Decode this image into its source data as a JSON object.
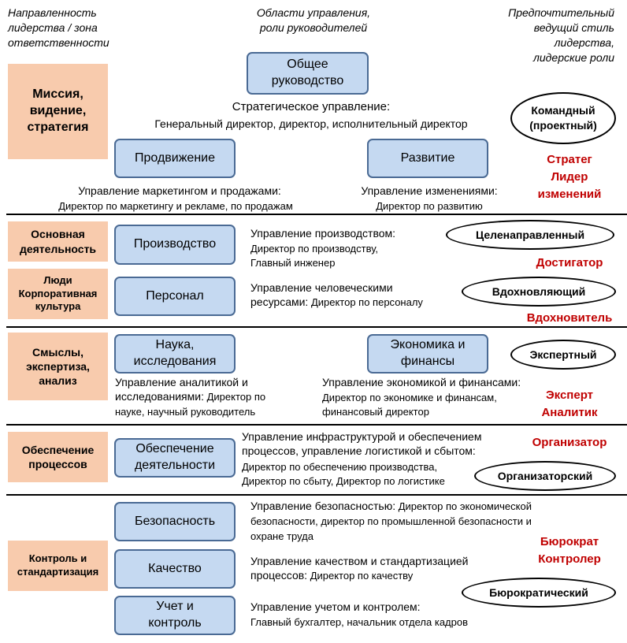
{
  "headers": {
    "left": "Направленность\nлидерства / зона\nответственности",
    "center": "Области управления,\nроли руководителей",
    "right": "Предпочтительный\nведущий стиль\nлидерства,\nлидерские роли"
  },
  "zones": {
    "mission": "Миссия,\nвидение,\nстратегия",
    "core": "Основная\nдеятельность",
    "people": "Люди\nКорпоративная\nкультура",
    "meaning": "Смыслы,\nэкспертиза,\nанализ",
    "support": "Обеспечение\nпроцессов",
    "control": "Контроль и\nстандартизация"
  },
  "boxes": {
    "general": "Общее\nруководство",
    "promotion": "Продвижение",
    "development": "Развитие",
    "production": "Производство",
    "personnel": "Персонал",
    "science": "Наука,\nисследования",
    "economics": "Экономика и\nфинансы",
    "support": "Обеспечение\nдеятельности",
    "security": "Безопасность",
    "quality": "Качество",
    "accounting": "Учет и\nконтроль"
  },
  "texts": {
    "strategic_title": "Стратегическое управление:",
    "strategic_roles": "Генеральный директор, директор, исполнительный директор",
    "marketing_title": "Управление маркетингом и продажами:",
    "marketing_roles": "Директор по маркетингу и рекламе, по продажам",
    "change_title": "Управление изменениями:",
    "change_roles": "Директор по развитию",
    "production_title": "Управление производством:",
    "production_roles": "Директор по производству,\nГлавный инженер",
    "hr_title": "Управление человеческими",
    "hr_title2": "ресурсами:",
    "hr_roles": " Директор по персоналу",
    "analytics_title": "Управление аналитикой и",
    "analytics_title2": "исследованиями:",
    "analytics_roles1": " Директор по",
    "analytics_roles2": "науке, научный руководитель",
    "econ_title": "Управление экономикой и финансами:",
    "econ_roles": "Директор по экономике и финансам,\nфинансовый директор",
    "infra_title": "Управление инфраструктурой и обеспечением\nпроцессов, управление логистикой и сбытом:",
    "infra_roles": "Директор по обеспечению производства,\nДиректор по сбыту, Директор по логистике",
    "security_title": "Управление безопасностью:",
    "security_roles1": " Директор по экономической",
    "security_roles2": "безопасности, директор по промышленной безопасности и\nохране труда",
    "quality_title": "Управление качеством и стандартизацией",
    "quality_title2": "процессов:",
    "quality_roles": " Директор по качеству",
    "account_title": "Управление учетом и контролем:",
    "account_roles": "Главный бухгалтер, начальник отдела кадров"
  },
  "styles": {
    "command": "Командный\n(проектный)",
    "purposeful": "Целенаправленный",
    "inspiring": "Вдохновляющий",
    "expert": "Экспертный",
    "organizational": "Организаторский",
    "bureaucratic": "Бюрократический"
  },
  "roles": {
    "strategist": "Стратег\nЛидер\nизменений",
    "achiever": "Достигатор",
    "inspirer": "Вдохновитель",
    "expert": "Эксперт\nАналитик",
    "organizer": "Организатор",
    "bureaucrat": "Бюрократ\nКонтролер"
  },
  "colors": {
    "zone_fill": "#f8cbad",
    "box_fill": "#c5d9f1",
    "box_border": "#4a6a94",
    "role_text": "#c00000"
  }
}
